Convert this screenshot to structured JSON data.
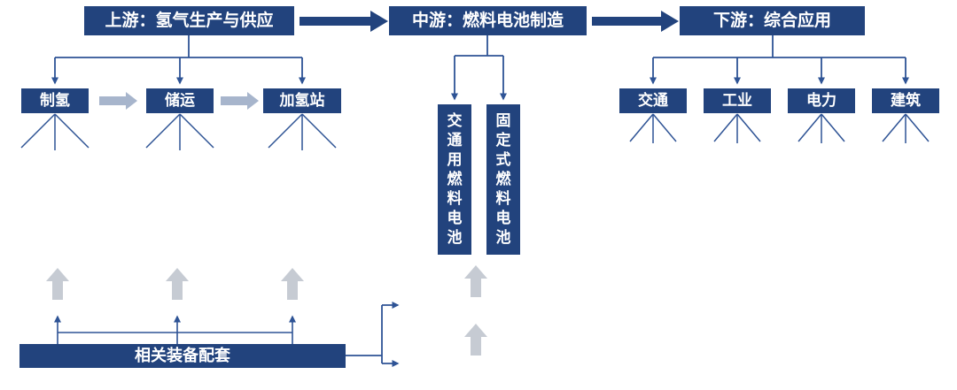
{
  "headers": {
    "upstream": "上游：氢气生产与供应",
    "midstream": "中游：燃料电池制造",
    "downstream": "下游：综合应用"
  },
  "upstream": {
    "items": [
      "制氢",
      "储运",
      "加氢站"
    ]
  },
  "midstream": {
    "items": [
      "交通用燃料电池",
      "固定式燃料电池"
    ]
  },
  "downstream": {
    "items": [
      "交通",
      "工业",
      "电力",
      "建筑"
    ]
  },
  "bottom": {
    "equipment": "相关装备配套"
  },
  "colors": {
    "box_navy": "#22437D",
    "connector_line": "#2E5395",
    "flow_arrow_light": "#A7B5CC",
    "block_arrow_gray": "#C6CBD3"
  }
}
